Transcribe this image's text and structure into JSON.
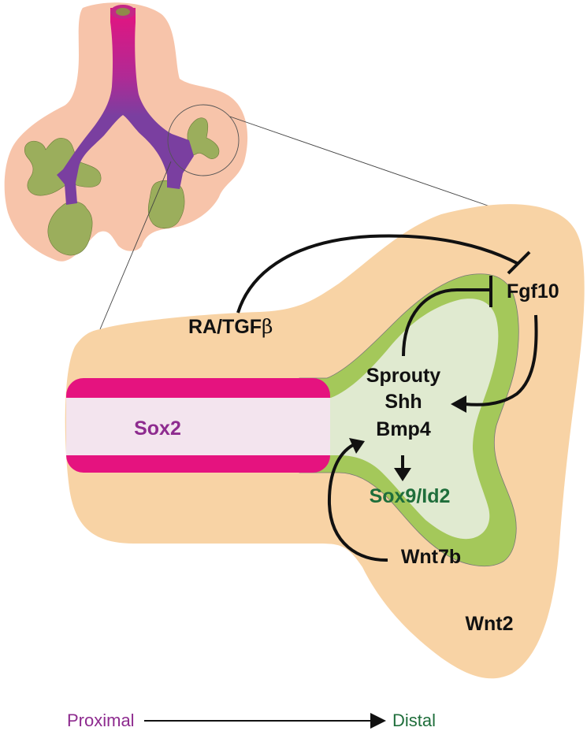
{
  "figure": {
    "title": "Lung branching morphogenesis: proximal-distal signaling",
    "labels": {
      "ra_tgfb": "RA/TGF",
      "beta": "β",
      "fgf10": "Fgf10",
      "sprouty": "Sprouty",
      "shh": "Shh",
      "bmp4": "Bmp4",
      "sox9_id2": "Sox9/Id2",
      "wnt7b": "Wnt7b",
      "wnt2": "Wnt2",
      "sox2": "Sox2"
    },
    "axis": {
      "proximal": "Proximal",
      "distal": "Distal"
    },
    "colors": {
      "mesenchyme_small": "#f7c4aa",
      "mesenchyme_large": "#f8d3a5",
      "epithelium_green": "#a4c85a",
      "epithelium_olive": "#9bae5c",
      "lumen_light_green": "#e0ead0",
      "proximal_magenta": "#e5137f",
      "proximal_lumen": "#f3e4ee",
      "trachea_purple": "#7a3fa0",
      "sox2_purple": "#8e2b8f",
      "sox9_green": "#1f6e3b",
      "arrow_black": "#111111"
    },
    "interactions": [
      {
        "from": "RA/TGFβ",
        "to": "Fgf10",
        "type": "inhibition"
      },
      {
        "from": "Sprouty",
        "to": "Fgf10",
        "type": "inhibition"
      },
      {
        "from": "Fgf10",
        "to": "Sprouty/Shh/Bmp4",
        "type": "activation"
      },
      {
        "from": "Bmp4",
        "to": "Sox9/Id2",
        "type": "activation"
      },
      {
        "from": "Wnt7b",
        "to": "Bmp4",
        "type": "activation"
      }
    ]
  }
}
